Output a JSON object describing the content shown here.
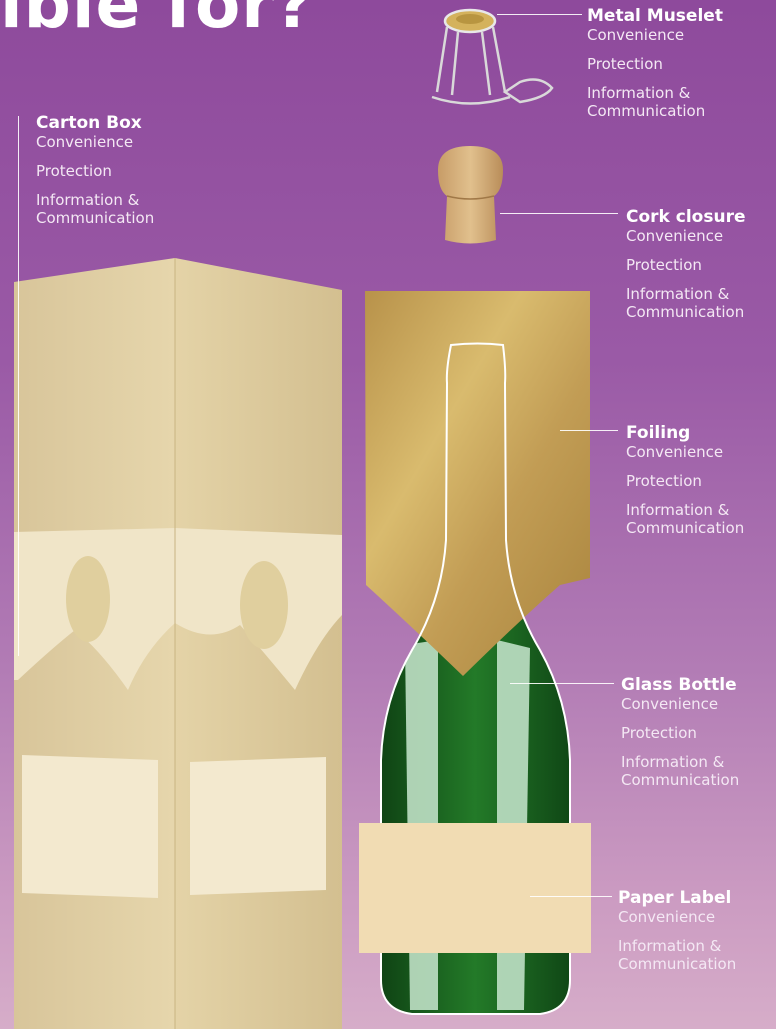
{
  "header": {
    "title": "ible for?"
  },
  "components": [
    {
      "key": "carton",
      "title": "Carton Box",
      "lines": [
        "Convenience",
        "Protection",
        "Information &",
        "Communication"
      ]
    },
    {
      "key": "muselet",
      "title": "Metal Muselet",
      "lines": [
        "Convenience",
        "Protection",
        "Information &",
        "Communication"
      ]
    },
    {
      "key": "cork",
      "title": "Cork closure",
      "lines": [
        "Convenience",
        "Protection",
        "Information &",
        "Communication"
      ]
    },
    {
      "key": "foiling",
      "title": "Foiling",
      "lines": [
        "Convenience",
        "Protection",
        "Information &",
        "Communication"
      ]
    },
    {
      "key": "glass",
      "title": "Glass Bottle",
      "lines": [
        "Convenience",
        "Protection",
        "Information &",
        "Communication"
      ]
    },
    {
      "key": "paper",
      "title": "Paper Label",
      "lines": [
        "Convenience",
        "Information &",
        "Communication"
      ]
    }
  ],
  "colors": {
    "background_top": "#8e4a9c",
    "background_bottom": "#d6adc9",
    "carton": "#e3d3a6",
    "foil": "#c6a253",
    "glass": "#1c6a21",
    "label": "#f1dcb3"
  }
}
